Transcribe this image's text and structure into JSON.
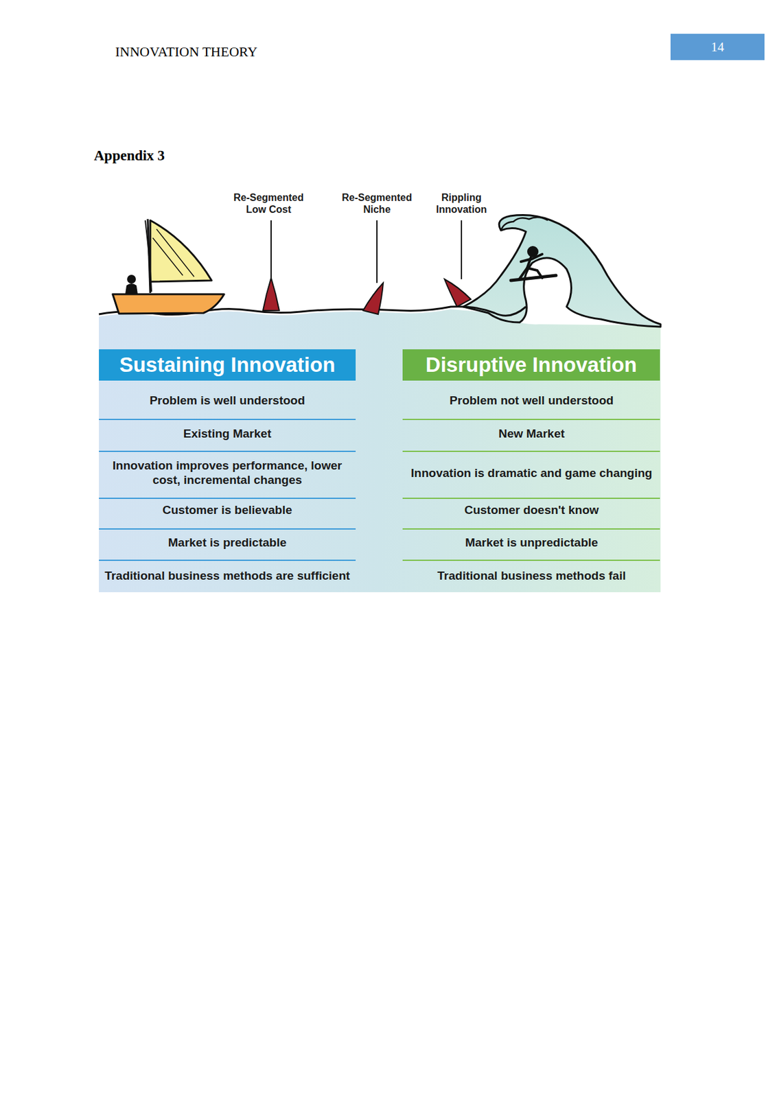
{
  "diagram": {
    "title": "Appendix 3",
    "nodes": [
      {
        "text": [
          "14"
        ]
      },
      {
        "text": [
          "Sustaining Innovation"
        ]
      },
      {
        "text": [
          "Disruptive Innovation"
        ]
      }
    ],
    "labels": [
      "INNOVATION THEORY",
      "Re-Segmented Low Cost",
      "Re-Segmented Niche",
      "Rippling Innovation",
      "Problem is well understood",
      "Problem not well understood",
      "Existing Market",
      "New Market",
      "Innovation improves performance, lower cost, incremental changes",
      "Innovation is dramatic and game changing",
      "Customer is believable",
      "Customer doesn't know",
      "Market is predictable",
      "Market is unpredictable",
      "Traditional business methods are sufficient",
      "Traditional business methods fail"
    ]
  }
}
